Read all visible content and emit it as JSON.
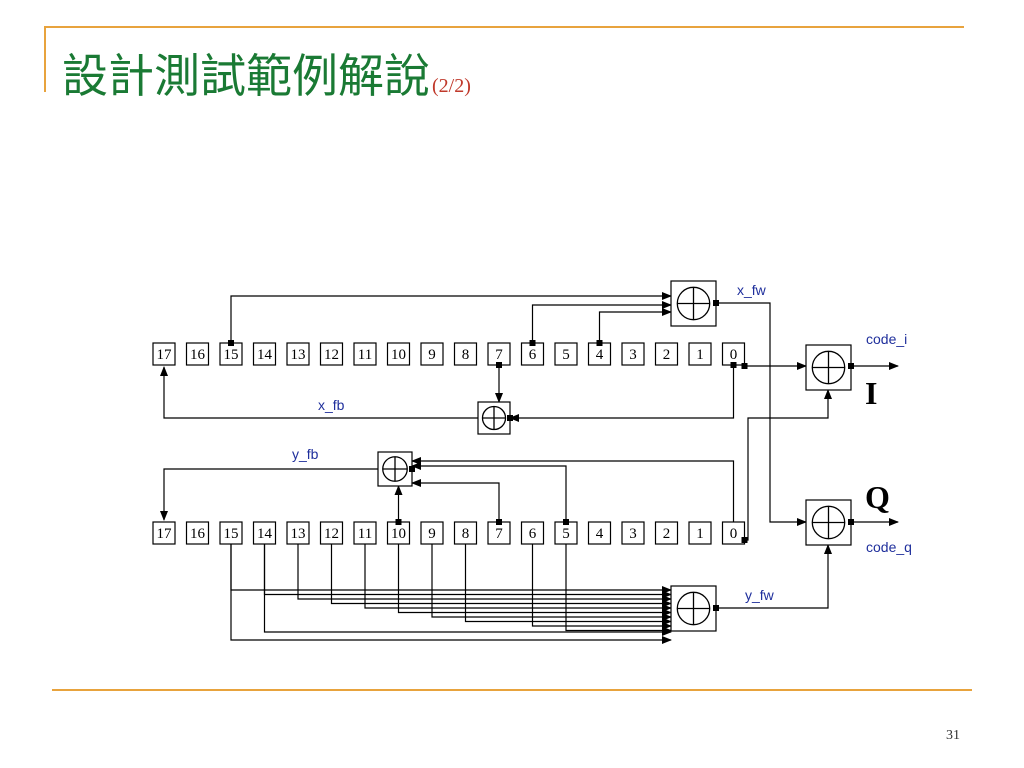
{
  "slide": {
    "title": "設計測試範例解說",
    "title_suffix": "(2/2)",
    "page_number": "31"
  },
  "colors": {
    "rule": "#e8a33d",
    "title": "#1a7a34",
    "title_suffix": "#c0392b",
    "signal_label": "#1f2f9c",
    "wire": "#000000"
  },
  "diagram": {
    "register_x_cells": [
      "17",
      "16",
      "15",
      "14",
      "13",
      "12",
      "11",
      "10",
      "9",
      "8",
      "7",
      "6",
      "5",
      "4",
      "3",
      "2",
      "1",
      "0"
    ],
    "register_y_cells": [
      "17",
      "16",
      "15",
      "14",
      "13",
      "12",
      "11",
      "10",
      "9",
      "8",
      "7",
      "6",
      "5",
      "4",
      "3",
      "2",
      "1",
      "0"
    ],
    "xor_symbol": "⊕",
    "labels": {
      "x_fw": "x_fw",
      "x_fb": "x_fb",
      "y_fb": "y_fb",
      "y_fw": "y_fw",
      "code_i": "code_i",
      "code_q": "code_q",
      "I": "I",
      "Q": "Q"
    }
  }
}
